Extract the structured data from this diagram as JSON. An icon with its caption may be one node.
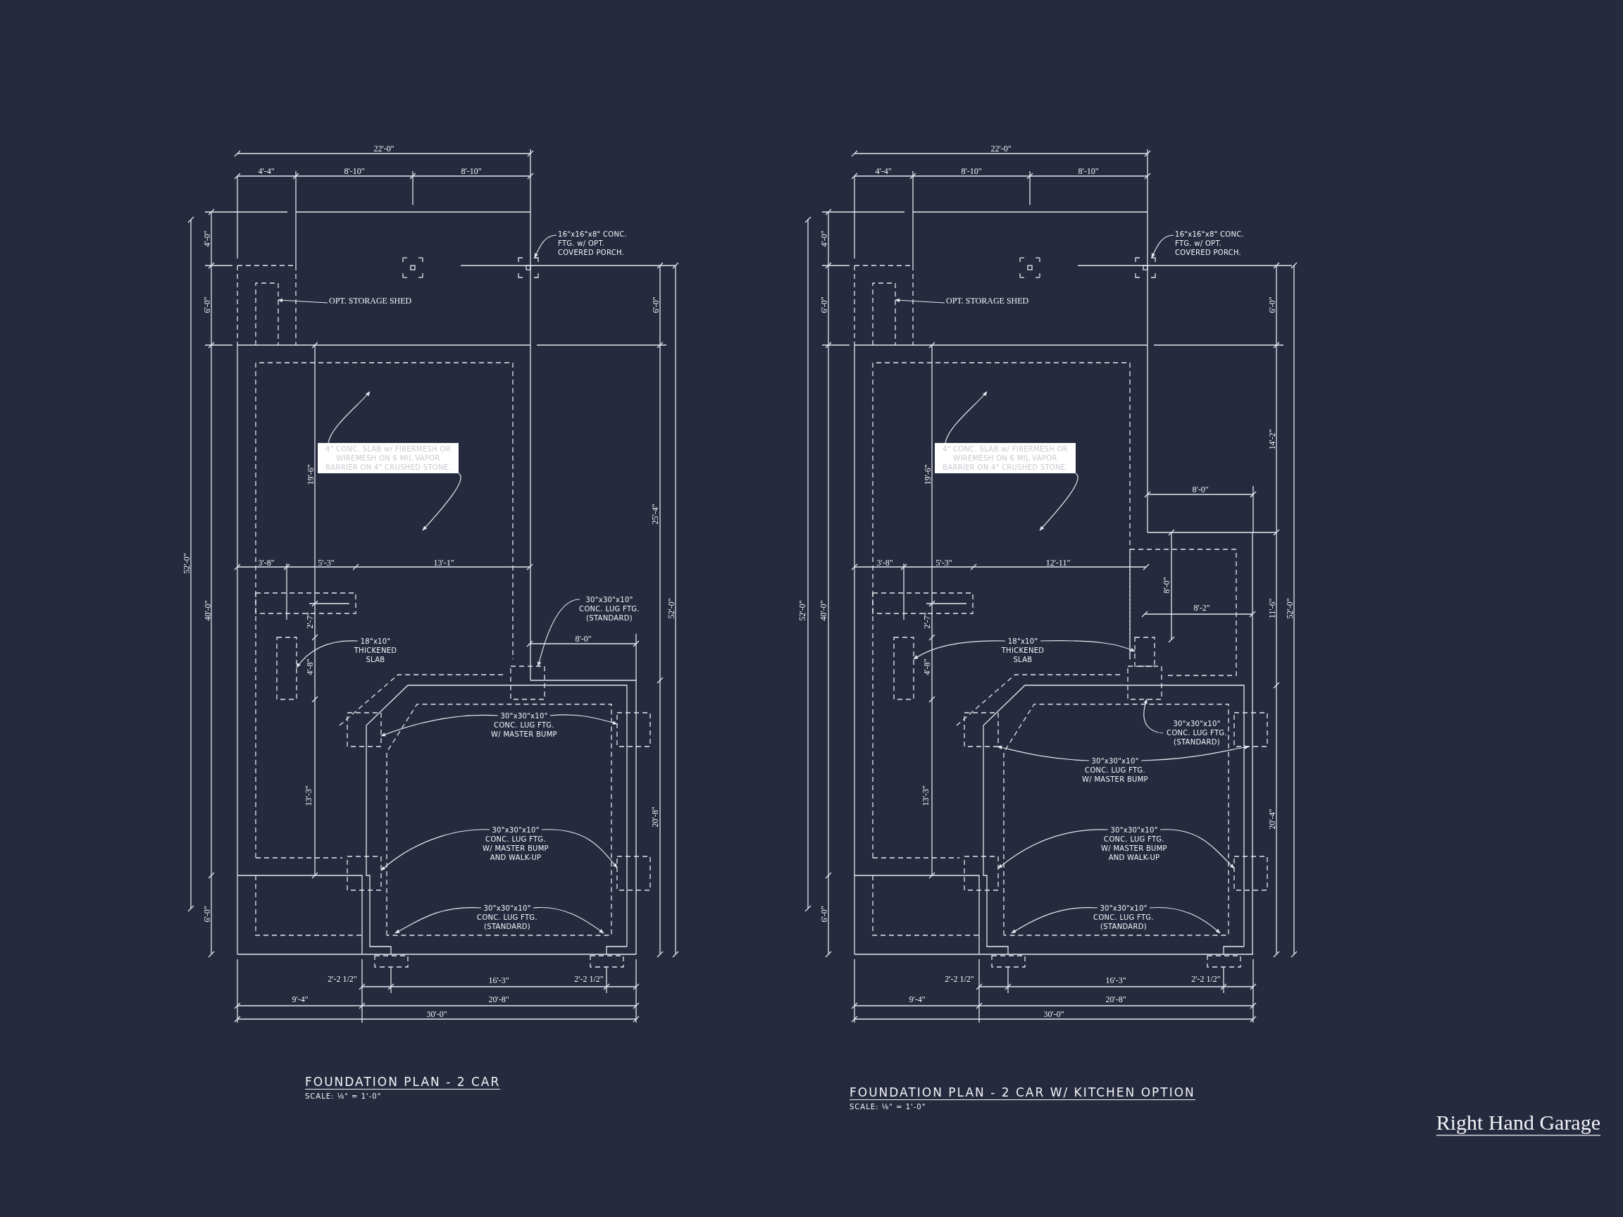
{
  "diagram": {
    "title": "Right Hand Garage",
    "nodes": [
      {
        "text": [
          "16\"x16\"x8\" CONC. FTG. w/ OPT. COVERED PORCH."
        ]
      },
      {
        "text": [
          "OPT. STORAGE SHED"
        ]
      },
      {
        "text": [
          "4\" CONC. SLAB w/ FIBERMESH OR WIREMESH ON 6 MIL VAPOR BARRIER ON 4\" CRUSHED STONE."
        ]
      },
      {
        "text": [
          "30\"x30\"x10\" CONC. LUG FTG. (STANDARD)"
        ]
      },
      {
        "text": [
          "18\"x10\" THICKENED SLAB"
        ]
      },
      {
        "text": [
          "30\"x30\"x10\" CONC. LUG FTG. W/ MASTER BUMP"
        ]
      },
      {
        "text": [
          "30\"x30\"x10\" CONC. LUG FTG. W/ MASTER BUMP AND WALK-UP"
        ]
      },
      {
        "text": [
          "30\"x30\"x10\" CONC. LUG FTG. (STANDARD)"
        ]
      },
      {
        "text": [
          "16\"x16\"x8\" CONC. FTG. w/ OPT. COVERED PORCH."
        ]
      },
      {
        "text": [
          "OPT. STORAGE SHED"
        ]
      },
      {
        "text": [
          "4\" CONC. SLAB w/ FIBERMESH OR WIREMESH ON 6 MIL VAPOR BARRIER ON 4\" CRUSHED STONE."
        ]
      },
      {
        "text": [
          "18\"x10\" THICKENED SLAB"
        ]
      },
      {
        "text": [
          "30\"x30\"x10\" CONC. LUG FTG. (STANDARD)"
        ]
      },
      {
        "text": [
          "30\"x30\"x10\" CONC. LUG FTG. W/ MASTER BUMP"
        ]
      },
      {
        "text": [
          "30\"x30\"x10\" CONC. LUG FTG. W/ MASTER BUMP AND WALK-UP"
        ]
      },
      {
        "text": [
          "30\"x30\"x10\" CONC. LUG FTG. (STANDARD)"
        ]
      },
      {
        "text": [],
        "shape": "box"
      },
      {
        "text": [],
        "shape": "box"
      },
      {
        "text": [],
        "shape": "box"
      },
      {
        "text": [],
        "shape": "box"
      },
      {
        "text": [],
        "shape": "box"
      },
      {
        "text": [],
        "shape": "box"
      },
      {
        "text": [],
        "shape": "box"
      },
      {
        "text": [],
        "shape": "box"
      },
      {
        "text": [],
        "shape": "box"
      },
      {
        "text": [],
        "shape": "box"
      },
      {
        "text": [],
        "shape": "box"
      },
      {
        "text": [],
        "shape": "box"
      },
      {
        "text": [],
        "shape": "box"
      },
      {
        "text": [],
        "shape": "box"
      },
      {
        "text": [],
        "shape": "box"
      },
      {
        "text": [],
        "shape": "box"
      },
      {
        "text": [],
        "shape": "box"
      }
    ],
    "edges": [
      {
        "from": 0,
        "to": 16,
        "arrow": "to"
      },
      {
        "from": 1,
        "to": 17,
        "arrow": "to"
      },
      {
        "from": 2,
        "to": null,
        "arrow": "to"
      },
      {
        "from": 2,
        "to": null,
        "arrow": "to"
      },
      {
        "from": 3,
        "to": 18,
        "arrow": "to"
      },
      {
        "from": 4,
        "to": 19,
        "arrow": "to"
      },
      {
        "from": 5,
        "to": 20,
        "arrow": "to"
      },
      {
        "from": 5,
        "to": 21,
        "arrow": "to"
      },
      {
        "from": 6,
        "to": 22,
        "arrow": "to"
      },
      {
        "from": 6,
        "to": 23,
        "arrow": "to"
      },
      {
        "from": 7,
        "to": null,
        "arrow": "to"
      },
      {
        "from": 7,
        "to": null,
        "arrow": "to"
      },
      {
        "from": 8,
        "to": 24,
        "arrow": "to"
      },
      {
        "from": 9,
        "to": 25,
        "arrow": "to"
      },
      {
        "from": 10,
        "to": null,
        "arrow": "to"
      },
      {
        "from": 10,
        "to": null,
        "arrow": "to"
      },
      {
        "from": 11,
        "to": 26,
        "arrow": "to"
      },
      {
        "from": 11,
        "to": 27,
        "arrow": "to"
      },
      {
        "from": 12,
        "to": 28,
        "arrow": "to"
      },
      {
        "from": 13,
        "to": 29,
        "arrow": "to"
      },
      {
        "from": 13,
        "to": 30,
        "arrow": "to"
      },
      {
        "from": 14,
        "to": 31,
        "arrow": "to"
      },
      {
        "from": 14,
        "to": 32,
        "arrow": "to"
      },
      {
        "from": 15,
        "to": null,
        "arrow": "to"
      },
      {
        "from": 15,
        "to": null,
        "arrow": "to"
      }
    ],
    "labels": [
      "22'-0\"",
      "4'-4\"",
      "8'-10\"",
      "8'-10\"",
      "4'-0\"",
      "6'-0\"",
      "6'-0\"",
      "19'-6\"",
      "25'-4\"",
      "52'-0\"",
      "40'-0\"",
      "3'-8\"",
      "5'-3\"",
      "13'-1\"",
      "2'-7\"",
      "52'-0\"",
      "8'-0\"",
      "4'-8\"",
      "13'-3\"",
      "20'-8\"",
      "6'-0\"",
      "2'-2 1/2\"",
      "16'-3\"",
      "2'-2 1/2\"",
      "9'-4\"",
      "20'-8\"",
      "30'-0\"",
      "FOUNDATION PLAN - 2 CAR",
      "SCALE: ⅛\" = 1'-0\"",
      "22'-0\"",
      "4'-4\"",
      "8'-10\"",
      "8'-10\"",
      "4'-0\"",
      "6'-0\"",
      "6'-0\"",
      "14'-2\"",
      "19'-6\"",
      "8'-0\"",
      "3'-8\"",
      "5'-3\"",
      "12'-11\"",
      "52'-0\"",
      "40'-0\"",
      "8'-0\"",
      "8'-2\"",
      "11'-6\"",
      "52'-0\"",
      "2'-7\"",
      "4'-8\"",
      "13'-3\"",
      "20'-4\"",
      "6'-0\"",
      "2'-2 1/2\"",
      "16'-3\"",
      "2'-2 1/2\"",
      "9'-4\"",
      "20'-8\"",
      "30'-0\"",
      "FOUNDATION PLAN - 2 CAR W/ KITCHEN OPTION",
      "SCALE: ⅛\" = 1'-0\""
    ]
  }
}
